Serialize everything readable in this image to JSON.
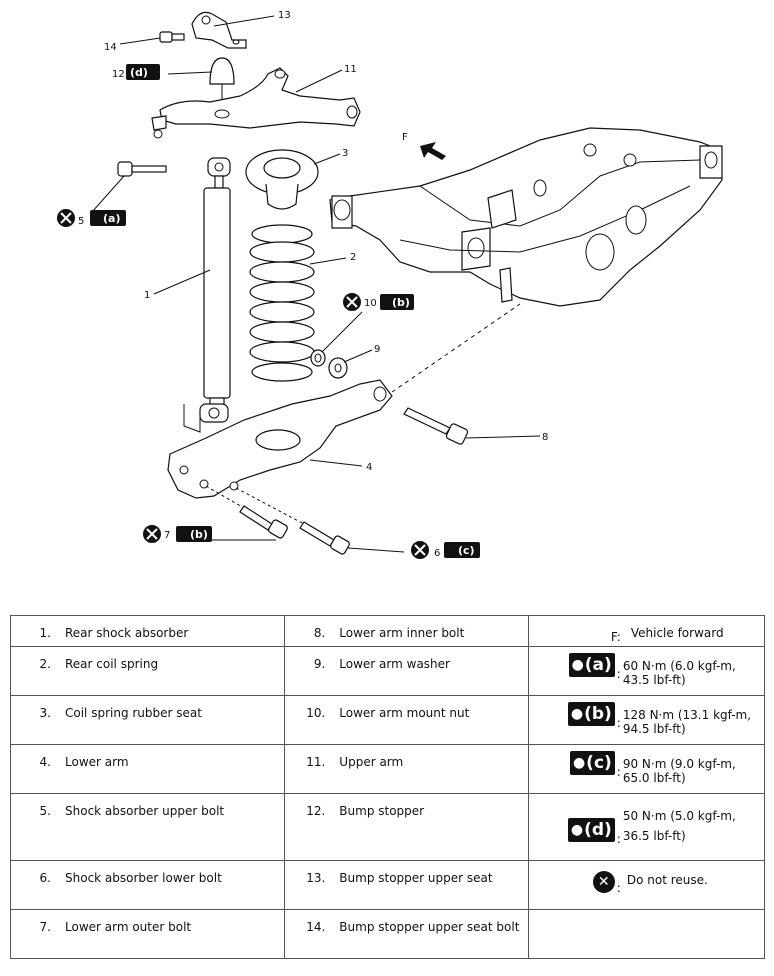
{
  "callouts": {
    "c1": "1",
    "c2": "2",
    "c3": "3",
    "c4": "4",
    "c5": "5",
    "c6": "6",
    "c7": "7",
    "c8": "8",
    "c9": "9",
    "c10": "10",
    "c11": "11",
    "c12": "12",
    "c13": "13",
    "c14": "14",
    "forward": "F"
  },
  "badges": {
    "a": "(a)",
    "b": "(b)",
    "c": "(c)",
    "d": "(d)"
  },
  "legend": {
    "rows": [
      {
        "n1": "1.",
        "t1": "Rear shock absorber",
        "n2": "8.",
        "t2": "Lower arm inner bolt",
        "k": "F:",
        "v": "Vehicle forward"
      },
      {
        "n1": "2.",
        "t1": "Rear coil spring",
        "n2": "9.",
        "t2": "Lower arm washer",
        "k": "(a)",
        "v": "60 N·m (6.0 kgf-m, 43.5 lbf-ft)"
      },
      {
        "n1": "3.",
        "t1": "Coil spring rubber seat",
        "n2": "10.",
        "t2": "Lower arm mount nut",
        "k": "(b)",
        "v": "128 N·m (13.1 kgf-m, 94.5 lbf-ft)"
      },
      {
        "n1": "4.",
        "t1": "Lower arm",
        "n2": "11.",
        "t2": "Upper arm",
        "k": "(c)",
        "v": "90 N·m (9.0 kgf-m, 65.0 lbf-ft)"
      },
      {
        "n1": "5.",
        "t1": "Shock absorber upper bolt",
        "n2": "12.",
        "t2": "Bump stopper",
        "k": "(d)",
        "v": "50 N·m (5.0 kgf-m, 36.5 lbf-ft)"
      },
      {
        "n1": "6.",
        "t1": "Shock absorber lower bolt",
        "n2": "13.",
        "t2": "Bump stopper upper seat",
        "k": "",
        "v": "Do not reuse."
      },
      {
        "n1": "7.",
        "t1": "Lower arm outer bolt",
        "n2": "14.",
        "t2": "Bump stopper upper seat bolt",
        "k": "",
        "v": ""
      }
    ]
  }
}
